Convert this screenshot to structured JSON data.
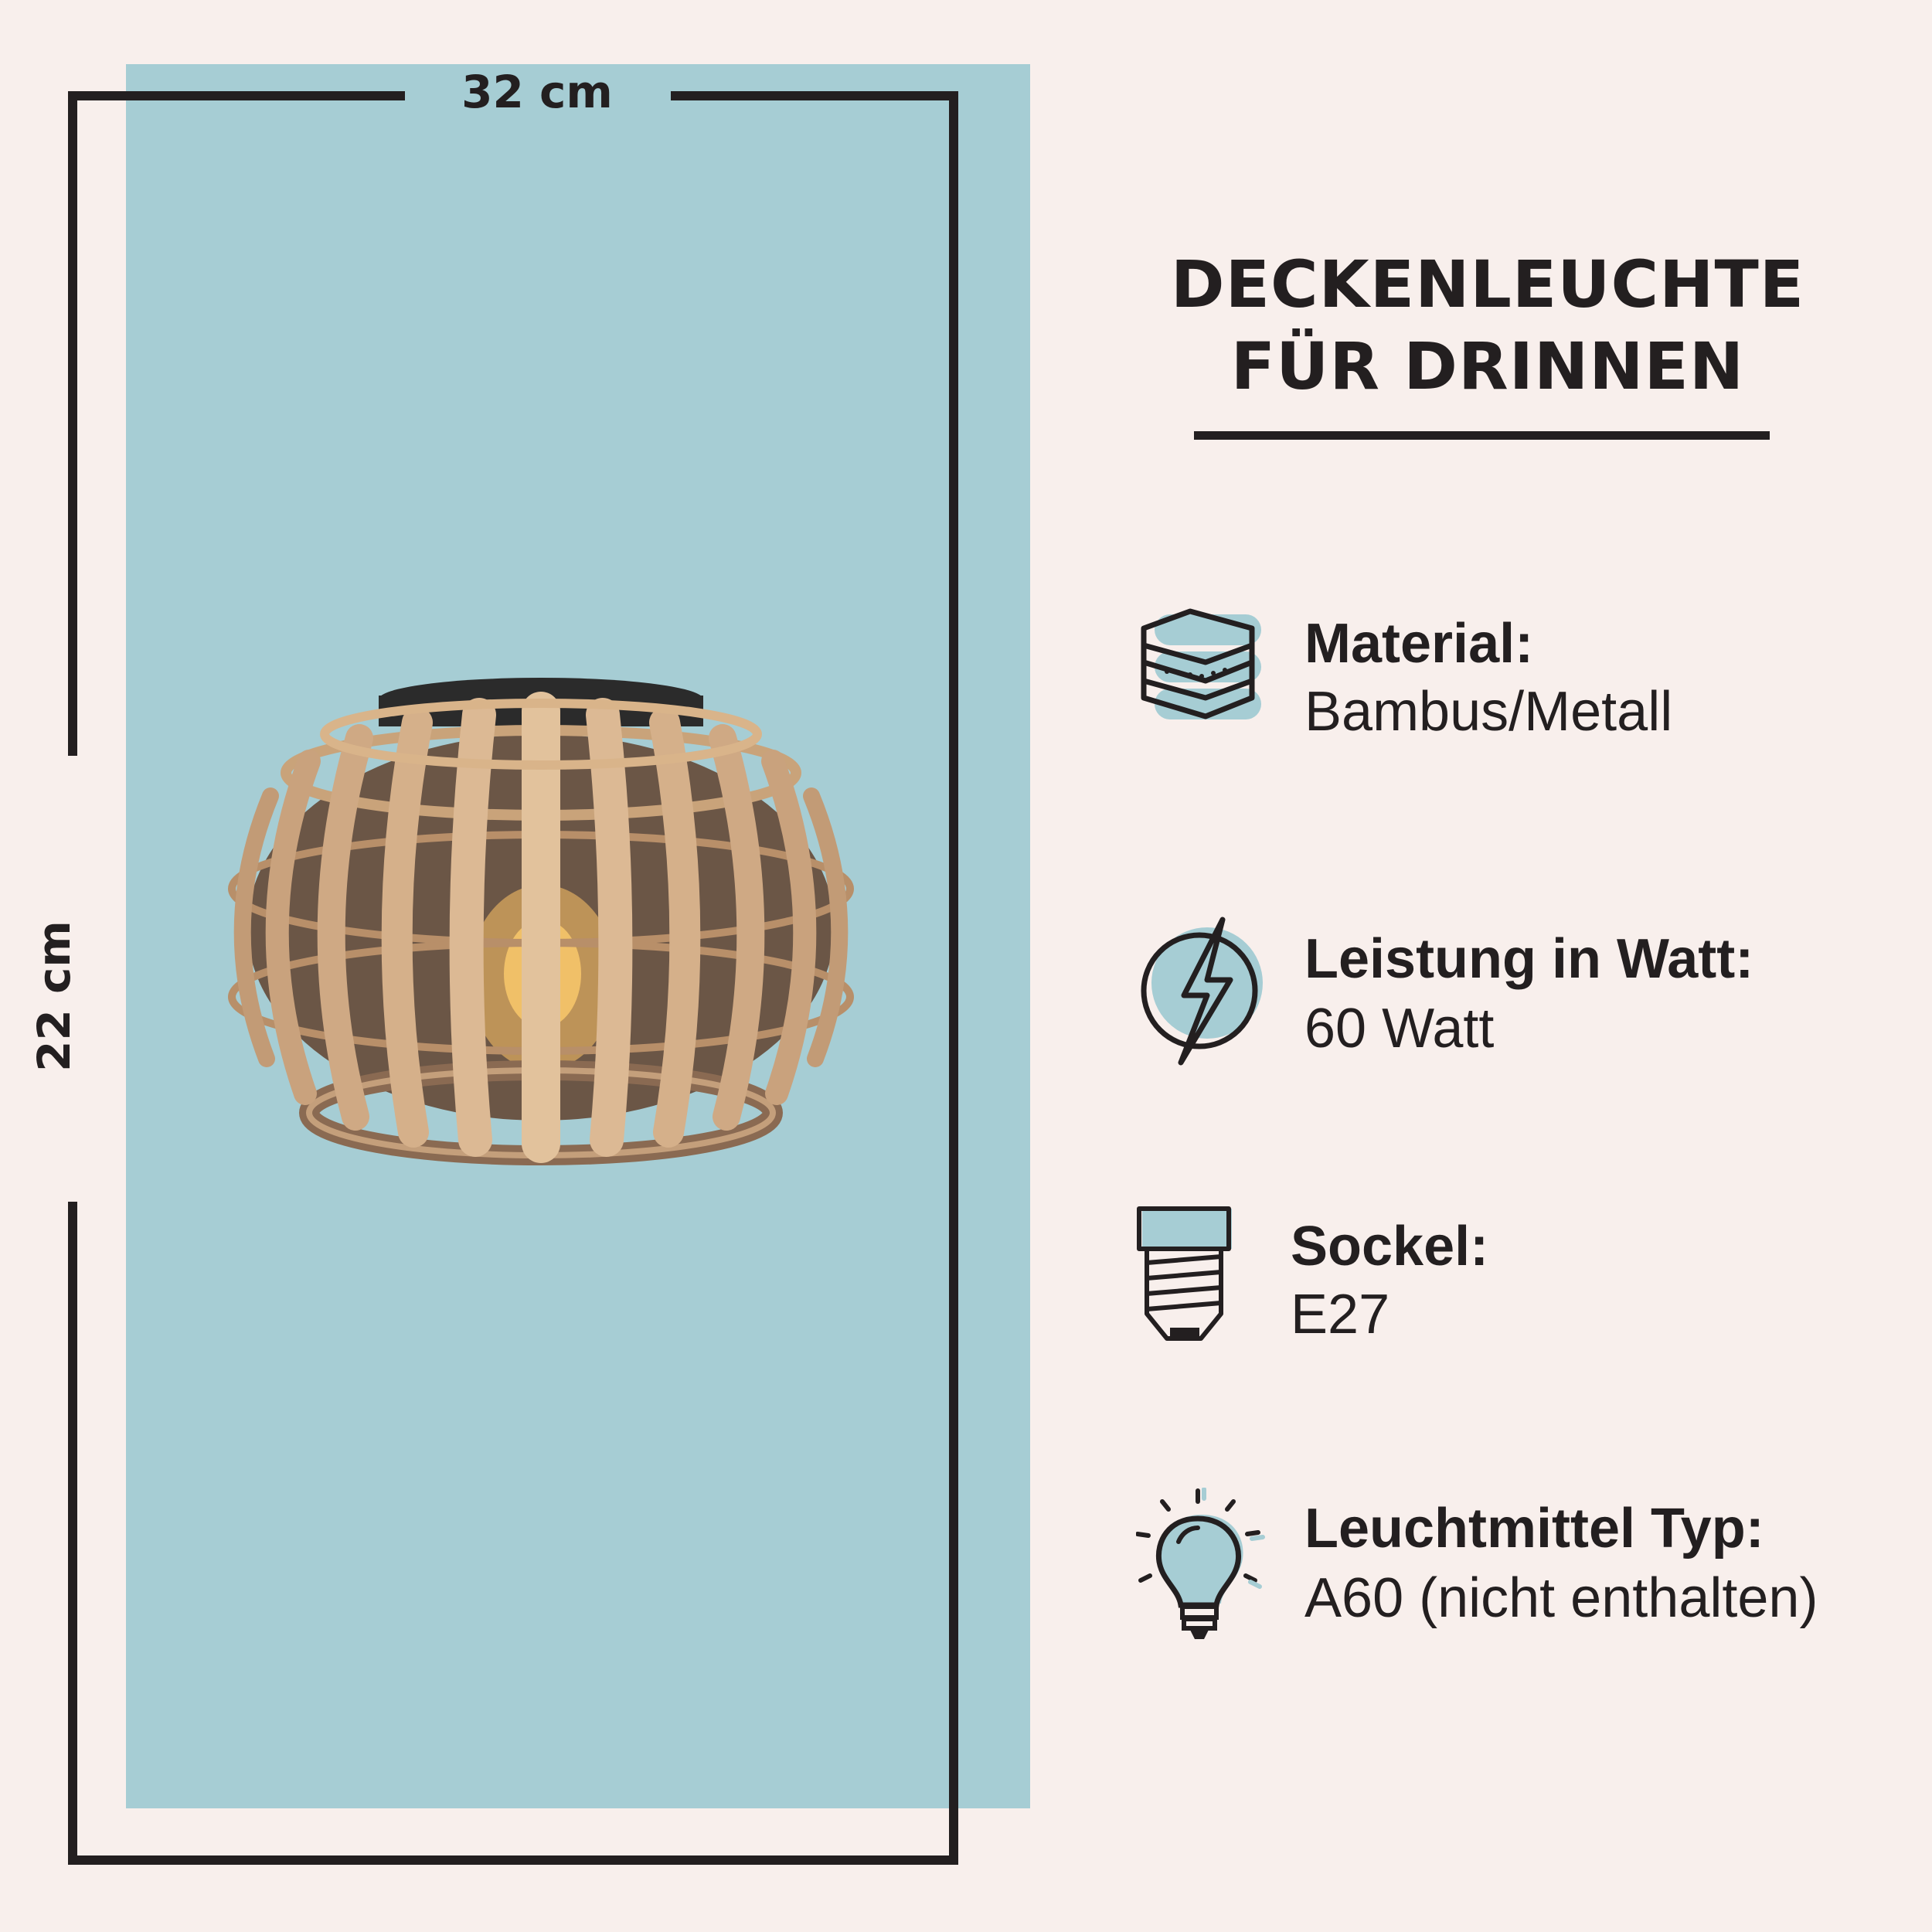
{
  "dimensions": {
    "width": "32 cm",
    "height": "22 cm"
  },
  "product": {
    "title_line1": "DECKENLEUCHTE",
    "title_line2": "FÜR DRINNEN"
  },
  "specs": [
    {
      "icon": "layers-material-icon",
      "label": "Material:",
      "value": "Bambus/Metall"
    },
    {
      "icon": "lightning-power-icon",
      "label": "Leistung in Watt:",
      "value": "60 Watt"
    },
    {
      "icon": "bulb-socket-icon",
      "label": "Sockel:",
      "value": "E27"
    },
    {
      "icon": "light-bulb-icon",
      "label": "Leuchtmittel Typ:",
      "value": "A60 (nicht enthalten)"
    }
  ],
  "colors": {
    "background": "#f8efec",
    "panel": "#a6cdd4",
    "ink": "#231f20",
    "icon_accent": "#a6cdd4",
    "bamboo": "#d9b48a"
  }
}
